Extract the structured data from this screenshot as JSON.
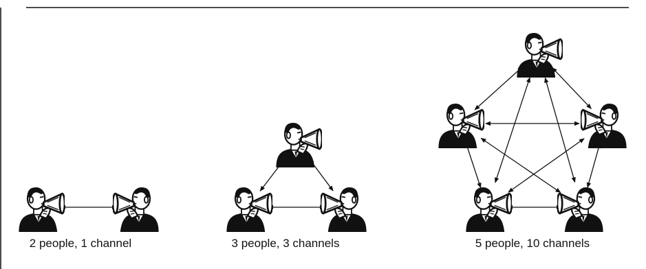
{
  "colors": {
    "ink": "#111111",
    "background": "#ffffff"
  },
  "figure_icon": "person-with-megaphone-icon",
  "groups": [
    {
      "caption": "2 people, 1 channel",
      "people": 2,
      "channels": 1
    },
    {
      "caption": "3 people, 3 channels",
      "people": 3,
      "channels": 3
    },
    {
      "caption": "5 people, 10 channels",
      "people": 5,
      "channels": 10
    }
  ]
}
